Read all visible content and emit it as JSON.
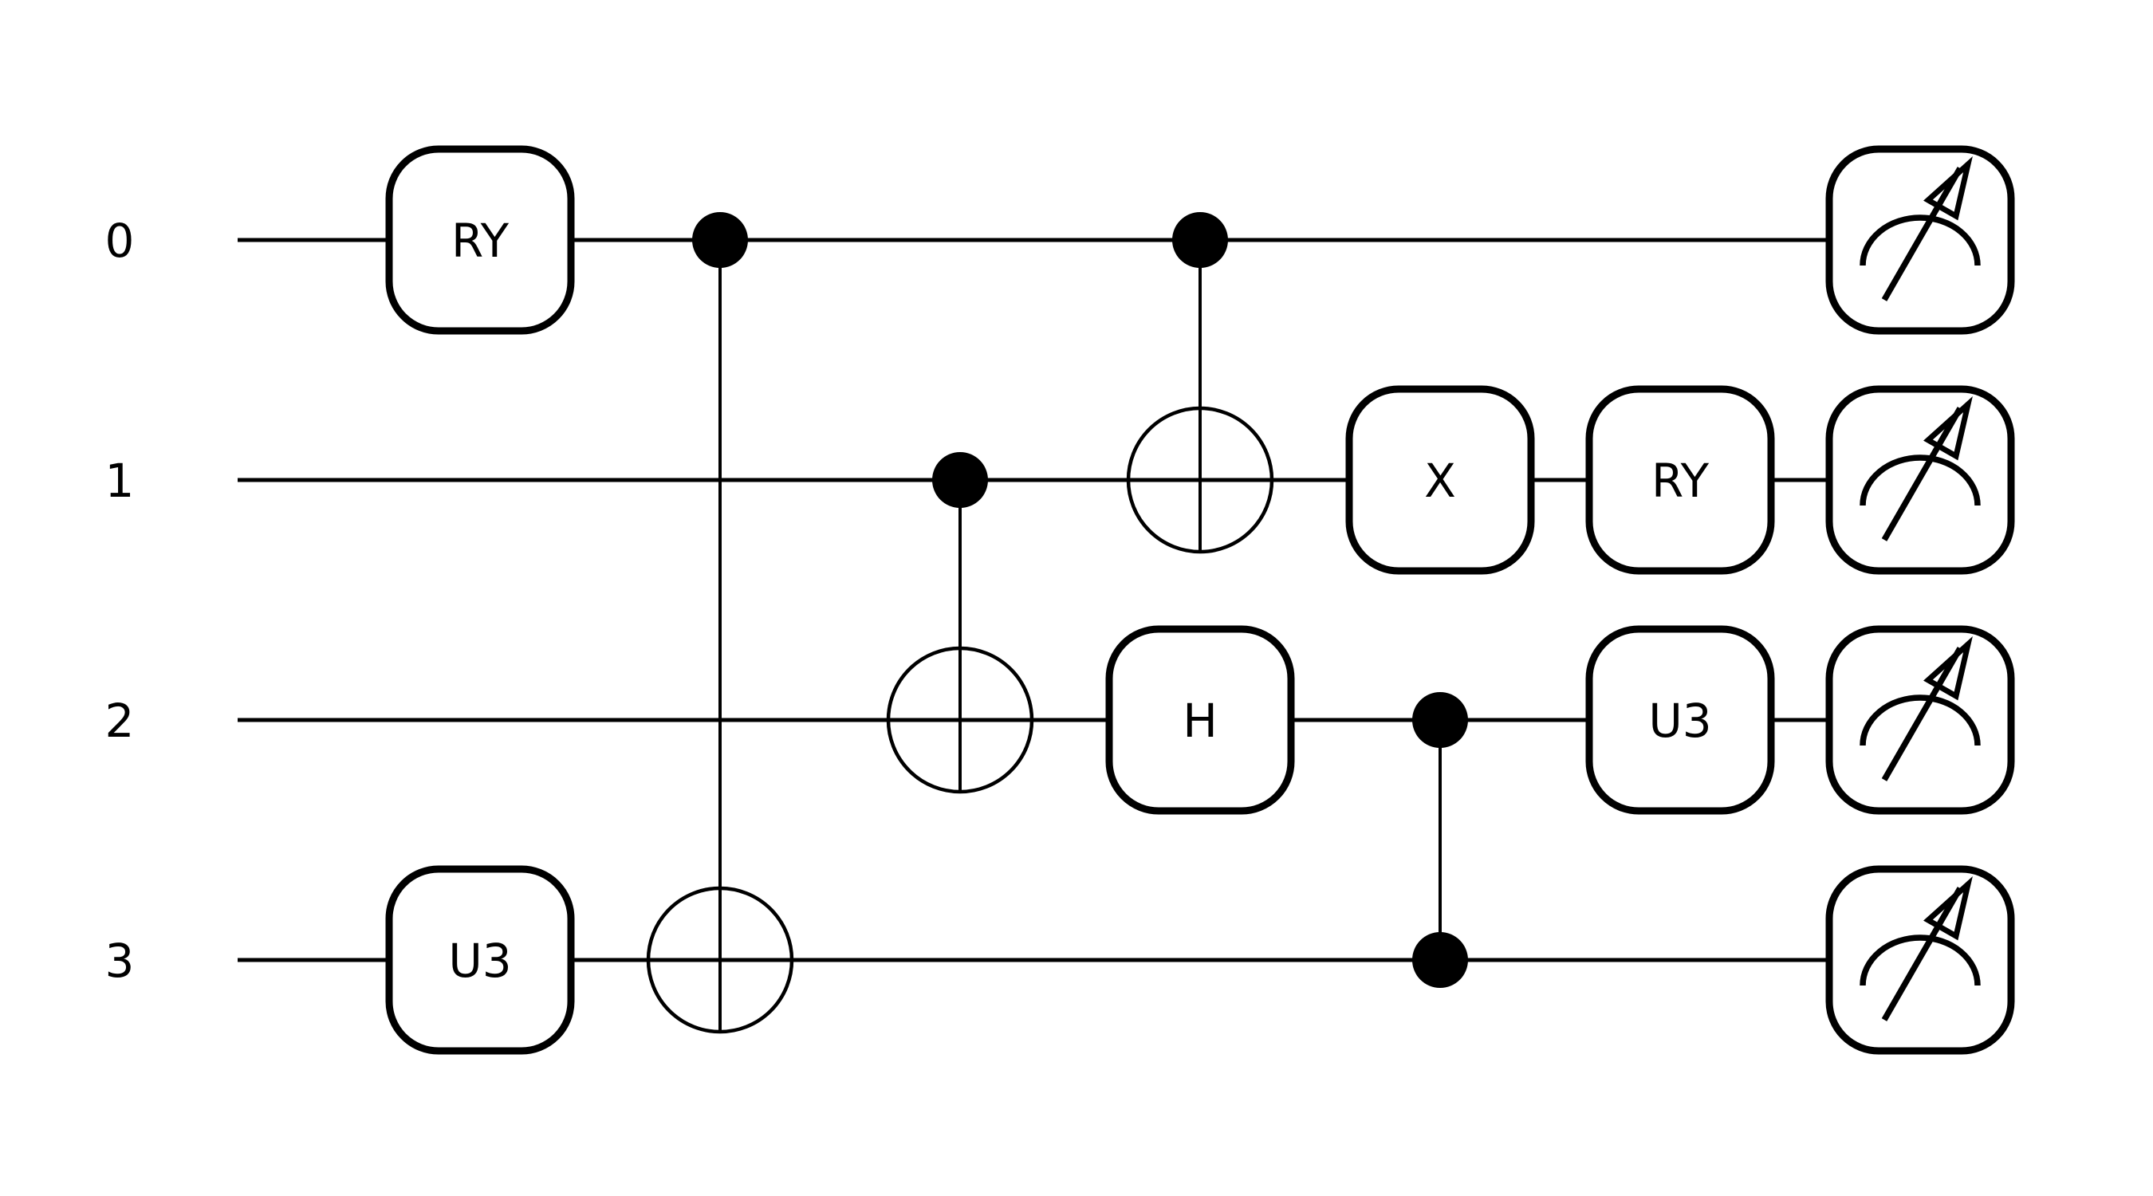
{
  "wires": [
    {
      "label": "0"
    },
    {
      "label": "1"
    },
    {
      "label": "2"
    },
    {
      "label": "3"
    }
  ],
  "gates": [
    {
      "type": "box",
      "name": "ry-gate",
      "label": "RY",
      "wire": 0,
      "col": 0
    },
    {
      "type": "box",
      "name": "u3-gate",
      "label": "U3",
      "wire": 3,
      "col": 0
    },
    {
      "type": "cnot",
      "name": "cnot-gate",
      "control": 0,
      "target": 3,
      "col": 1
    },
    {
      "type": "cnot",
      "name": "cnot-gate",
      "control": 1,
      "target": 2,
      "col": 2
    },
    {
      "type": "cnot",
      "name": "cnot-gate",
      "control": 0,
      "target": 1,
      "col": 3
    },
    {
      "type": "box",
      "name": "h-gate",
      "label": "H",
      "wire": 2,
      "col": 3
    },
    {
      "type": "box",
      "name": "x-gate",
      "label": "X",
      "wire": 1,
      "col": 4
    },
    {
      "type": "cz",
      "name": "cz-gate",
      "control": 2,
      "target": 3,
      "col": 4
    },
    {
      "type": "box",
      "name": "ry-gate",
      "label": "RY",
      "wire": 1,
      "col": 5
    },
    {
      "type": "box",
      "name": "u3-gate",
      "label": "U3",
      "wire": 2,
      "col": 5
    },
    {
      "type": "measure",
      "name": "measure-gate",
      "wire": 0,
      "col": 6
    },
    {
      "type": "measure",
      "name": "measure-gate",
      "wire": 1,
      "col": 6
    },
    {
      "type": "measure",
      "name": "measure-gate",
      "wire": 2,
      "col": 6
    },
    {
      "type": "measure",
      "name": "measure-gate",
      "wire": 3,
      "col": 6
    }
  ]
}
